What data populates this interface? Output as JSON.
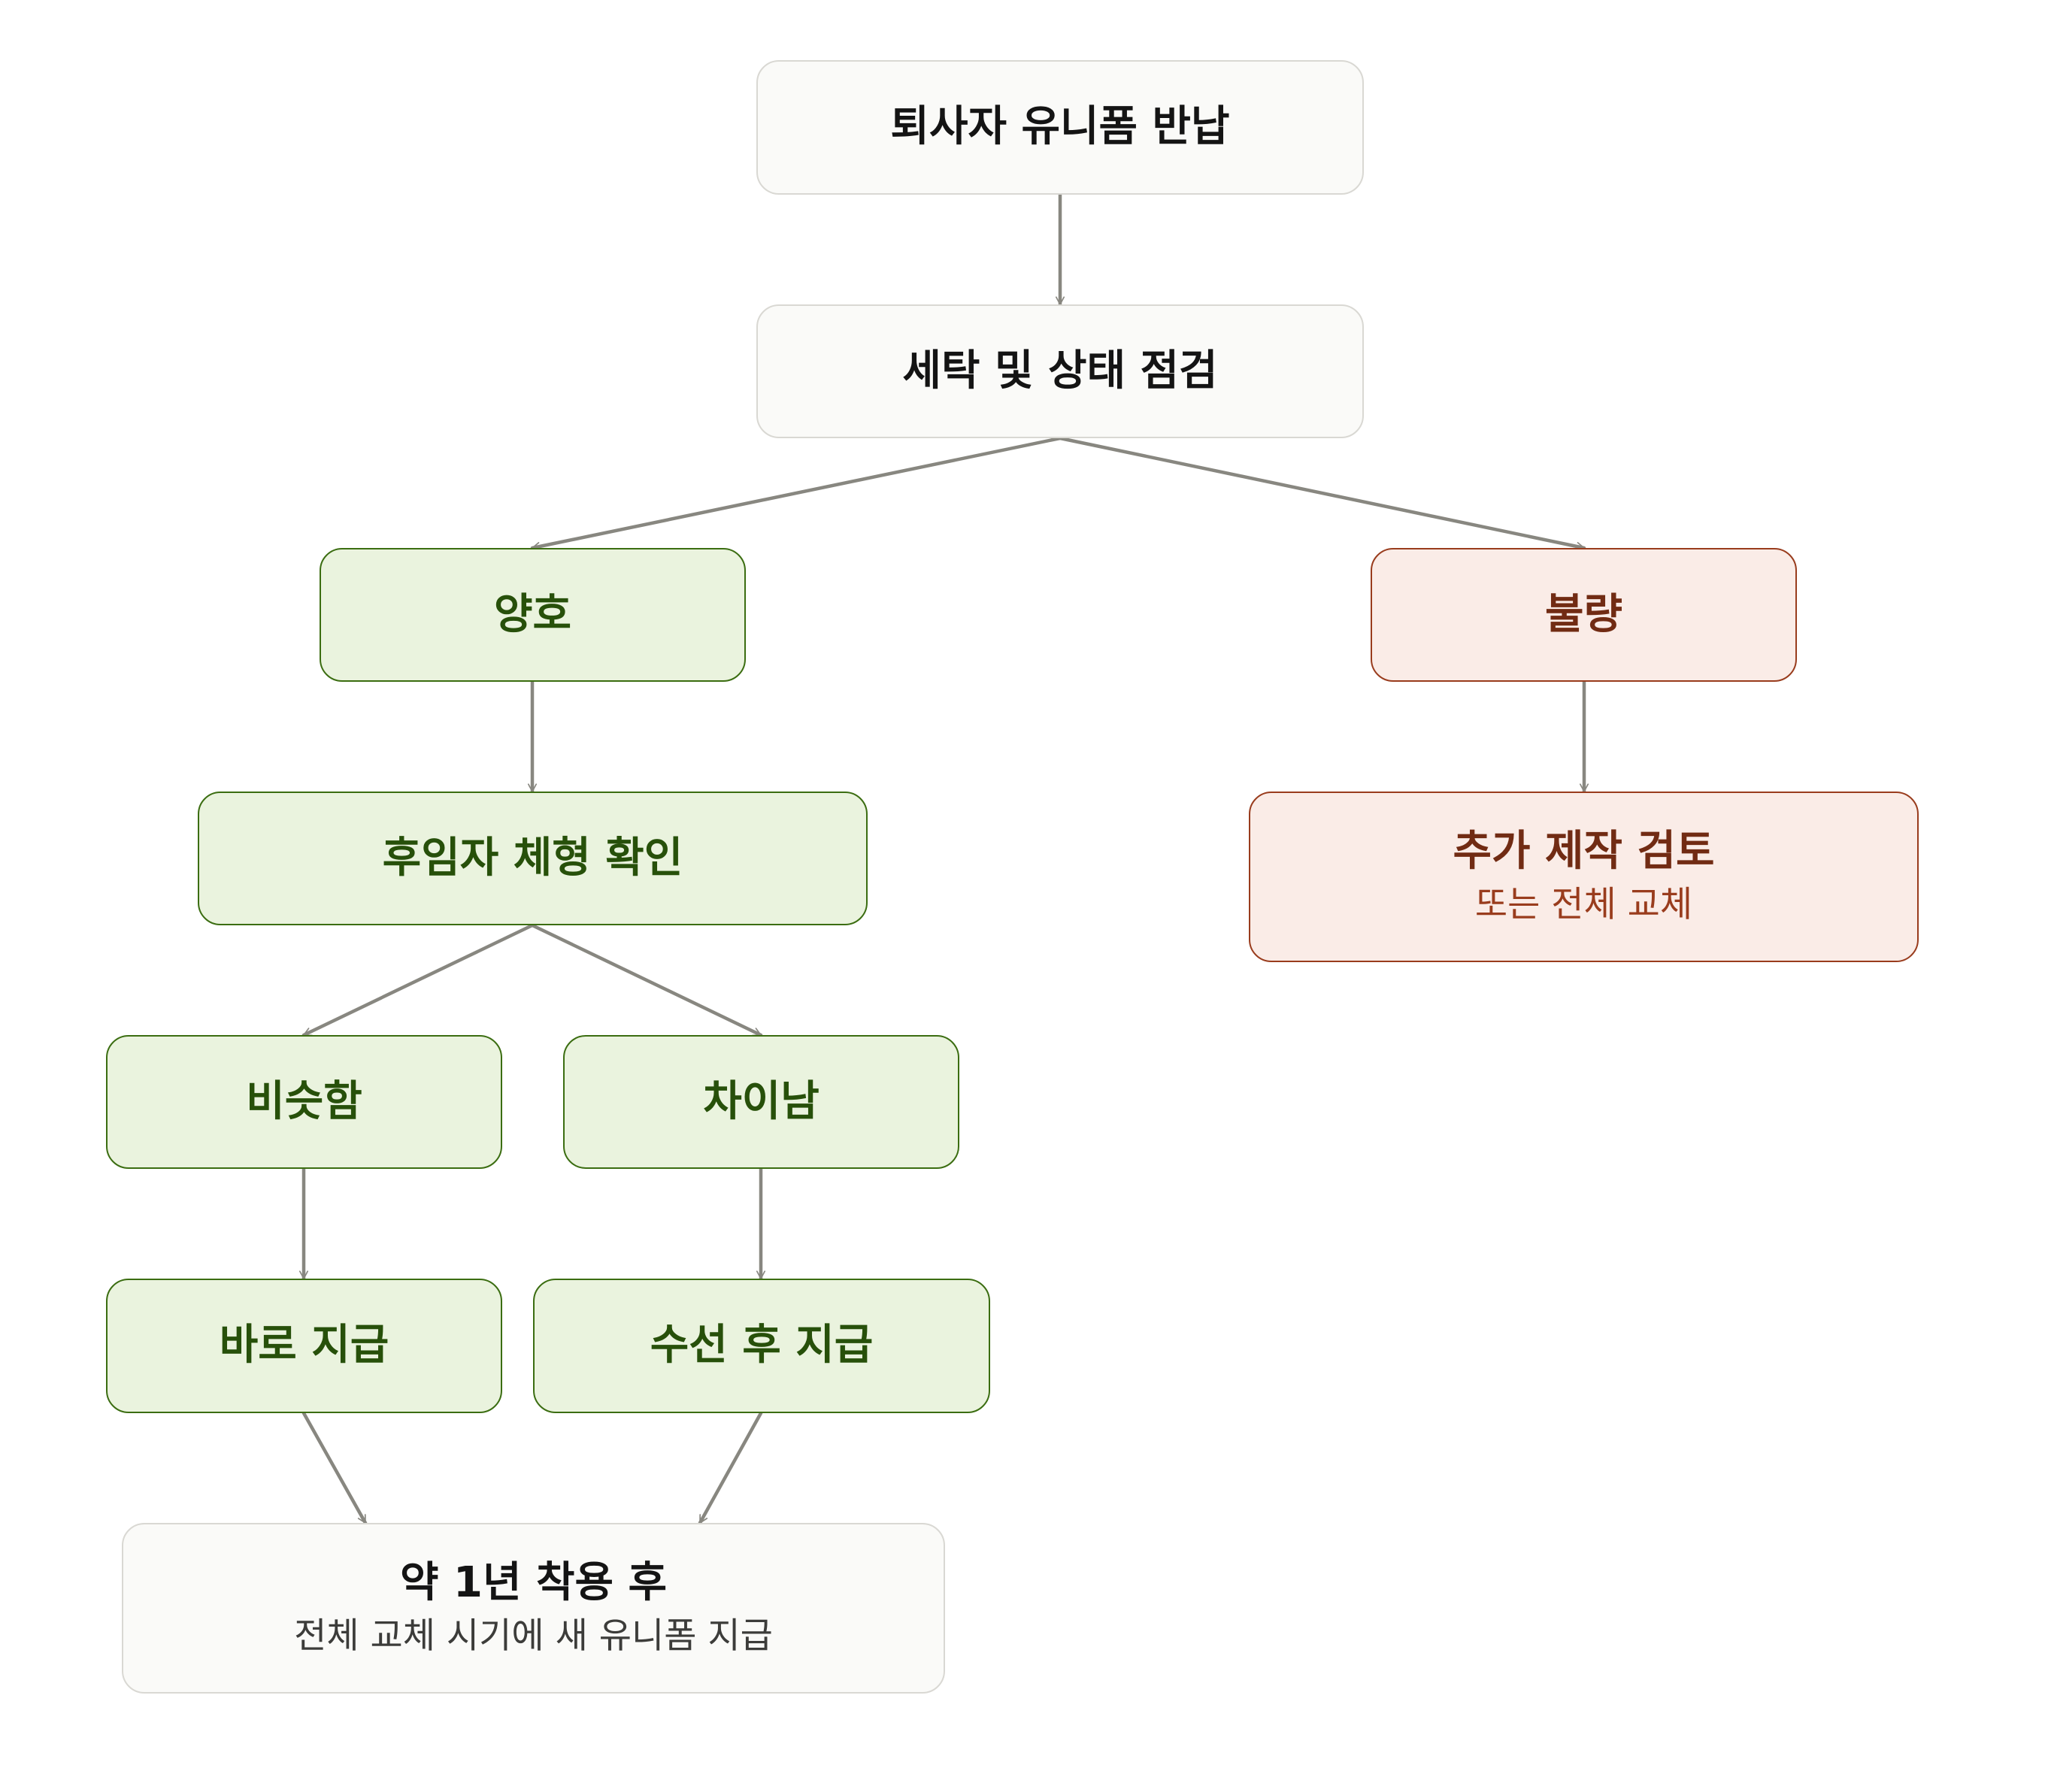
{
  "diagram": {
    "colors": {
      "edge": "#888780",
      "neutral_fill": "#fafaf8",
      "neutral_border": "#d9d8d3",
      "good_fill": "#eaf3de",
      "good_border": "#3b6d11",
      "good_text": "#27500a",
      "bad_fill": "#faece7",
      "bad_border": "#993c1d",
      "bad_text": "#712b13"
    },
    "nodes": {
      "return": {
        "title": "퇴사자 유니폼 반납"
      },
      "inspect": {
        "title": "세탁 및 상태 점검"
      },
      "good": {
        "title": "양호"
      },
      "bad": {
        "title": "불량"
      },
      "fit_check": {
        "title": "후임자 체형 확인"
      },
      "review": {
        "title": "추가 제작 검토",
        "sub": "또는 전체 교체"
      },
      "similar": {
        "title": "비슷함"
      },
      "different": {
        "title": "차이남"
      },
      "issue_now": {
        "title": "바로 지급"
      },
      "issue_after_repair": {
        "title": "수선 후 지급"
      },
      "final": {
        "title": "약 1년 착용 후",
        "sub": "전체 교체 시기에 새 유니폼 지급"
      }
    },
    "edges": [
      {
        "from": "return",
        "to": "inspect"
      },
      {
        "from": "inspect",
        "to": "good"
      },
      {
        "from": "inspect",
        "to": "bad"
      },
      {
        "from": "good",
        "to": "fit_check"
      },
      {
        "from": "bad",
        "to": "review"
      },
      {
        "from": "fit_check",
        "to": "similar"
      },
      {
        "from": "fit_check",
        "to": "different"
      },
      {
        "from": "similar",
        "to": "issue_now"
      },
      {
        "from": "different",
        "to": "issue_after_repair"
      },
      {
        "from": "issue_now",
        "to": "final"
      },
      {
        "from": "issue_after_repair",
        "to": "final"
      }
    ]
  }
}
